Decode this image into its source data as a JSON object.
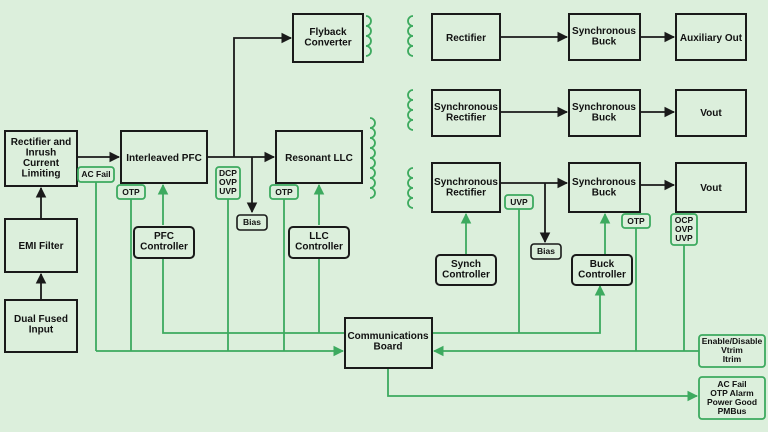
{
  "blocks": {
    "rectifier_inrush": [
      "Rectifier and",
      "Inrush",
      "Current",
      "Limiting"
    ],
    "emi_filter": [
      "EMI Filter"
    ],
    "dual_fused_input": [
      "Dual Fused",
      "Input"
    ],
    "interleaved_pfc": [
      "Interleaved PFC"
    ],
    "flyback": [
      "Flyback",
      "Converter"
    ],
    "resonant_llc": [
      "Resonant LLC"
    ],
    "pfc_controller": [
      "PFC",
      "Controller"
    ],
    "llc_controller": [
      "LLC",
      "Controller"
    ],
    "rectifier_top": [
      "Rectifier"
    ],
    "sync_buck_1": [
      "Synchronous",
      "Buck"
    ],
    "aux_out": [
      "Auxiliary Out"
    ],
    "sync_rect_2": [
      "Synchronous",
      "Rectifier"
    ],
    "sync_buck_2": [
      "Synchronous",
      "Buck"
    ],
    "vout_2": [
      "Vout"
    ],
    "sync_rect_3": [
      "Synchronous",
      "Rectifier"
    ],
    "sync_buck_3": [
      "Synchronous",
      "Buck"
    ],
    "vout_3": [
      "Vout"
    ],
    "synch_controller": [
      "Synch",
      "Controller"
    ],
    "buck_controller": [
      "Buck",
      "Controller"
    ],
    "comm_board": [
      "Communications",
      "Board"
    ]
  },
  "tags": {
    "ac_fail": [
      "AC Fail"
    ],
    "otp_pfc": [
      "OTP"
    ],
    "dcp_ovp_uvp": [
      "DCP",
      "OVP",
      "UVP"
    ],
    "otp_llc": [
      "OTP"
    ],
    "uvp": [
      "UVP"
    ],
    "otp_buck": [
      "OTP"
    ],
    "ocp_ovp_uvp": [
      "OCP",
      "OVP",
      "UVP"
    ],
    "enable": [
      "Enable/Disable",
      "Vtrim",
      "Itrim"
    ],
    "ac_fail_out": [
      "AC Fail",
      "OTP Alarm",
      "Power Good",
      "PMBus"
    ]
  },
  "bias": {
    "bias_1": [
      "Bias"
    ],
    "bias_2": [
      "Bias"
    ]
  },
  "colors": {
    "background": "#dcefdc",
    "signal": "#3daa5f",
    "power": "#1a1a1a"
  }
}
